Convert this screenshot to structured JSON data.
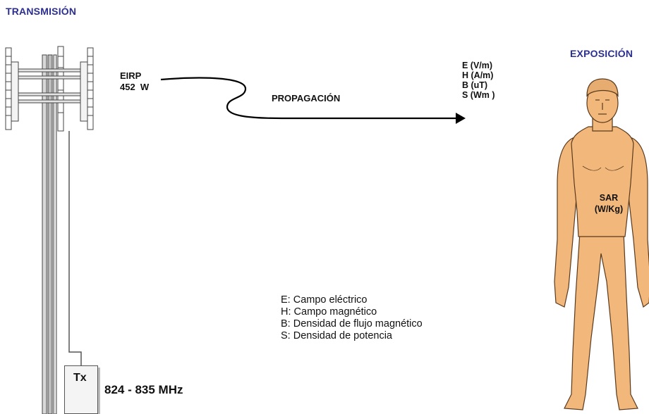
{
  "titles": {
    "transmission": "TRANSMISIÓN",
    "exposure": "EXPOSICIÓN"
  },
  "tower": {
    "eirp_label": "EIRP",
    "eirp_value": "452  W",
    "transmitter": "Tx",
    "frequency": "824 - 835 MHz"
  },
  "propagation": {
    "label": "PROPAGACIÓN",
    "quantities": [
      "E (V/m)",
      "H (A/m)",
      "B (uT)",
      "S (Wm )"
    ]
  },
  "body": {
    "sar_line1": "SAR",
    "sar_line2": "(W/Kg)",
    "skin_color": "#f2b77a"
  },
  "legend": [
    "E: Campo eléctrico",
    "H: Campo magnético",
    "B: Densidad de flujo magnético",
    "S: Densidad de potencia"
  ],
  "colors": {
    "title": "#2b2f8f",
    "line": "#000000"
  }
}
